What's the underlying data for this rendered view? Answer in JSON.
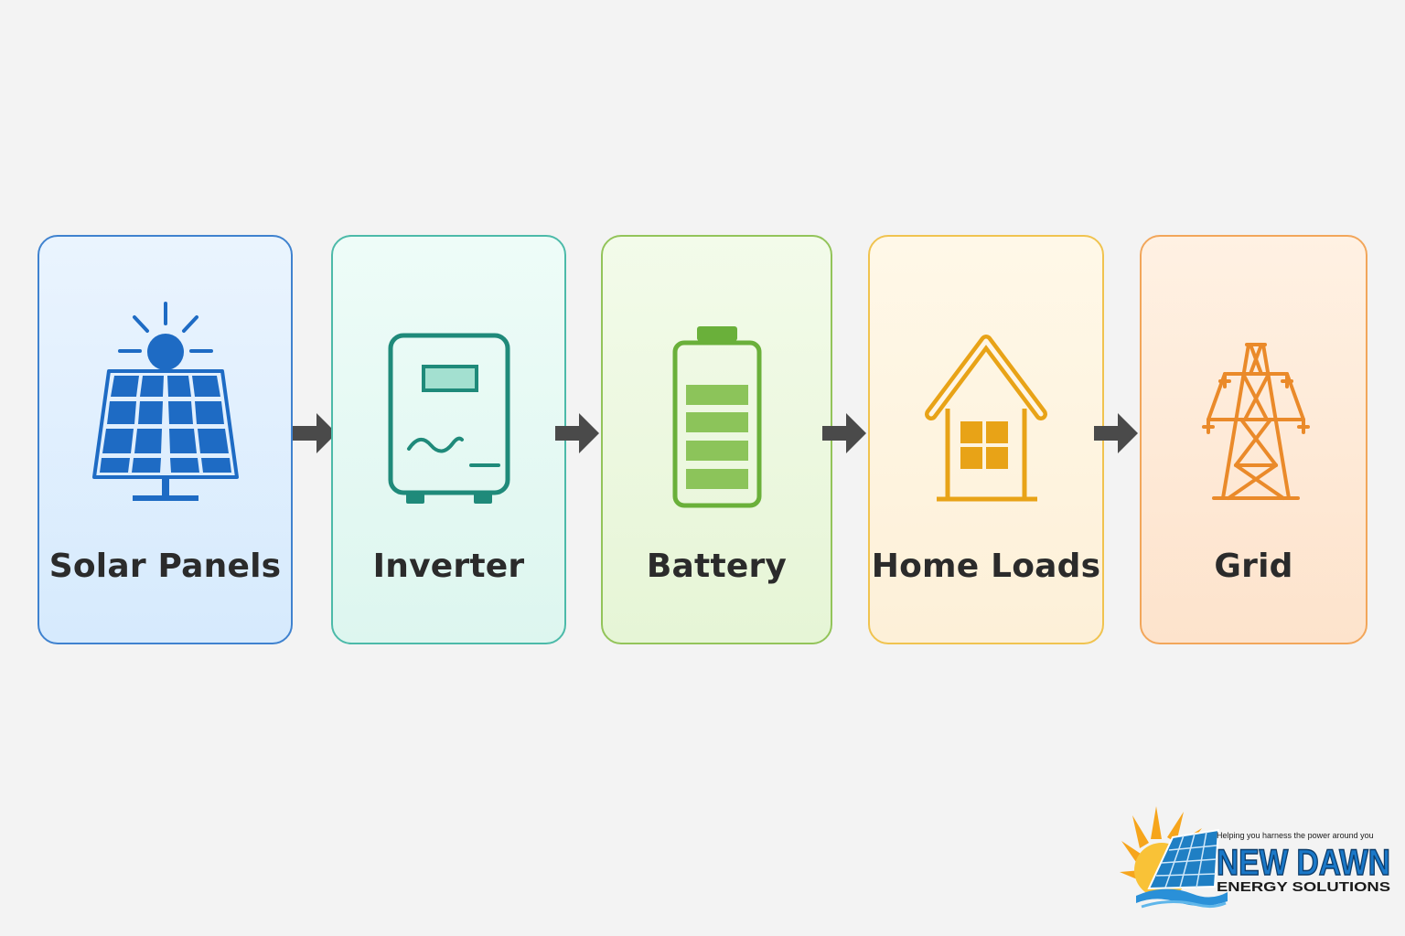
{
  "diagram": {
    "nodes": [
      {
        "id": "solar",
        "label": "Solar Panels",
        "icon": "solar-panel-icon",
        "color": "#1e6bc4"
      },
      {
        "id": "inverter",
        "label": "Inverter",
        "icon": "inverter-icon",
        "color": "#1f8a7a"
      },
      {
        "id": "battery",
        "label": "Battery",
        "icon": "battery-icon",
        "color": "#6ab03a"
      },
      {
        "id": "home",
        "label": "Home Loads",
        "icon": "house-icon",
        "color": "#e8a317"
      },
      {
        "id": "grid",
        "label": "Grid",
        "icon": "transmission-tower-icon",
        "color": "#ea8a2a"
      }
    ],
    "edges": [
      {
        "from": "solar",
        "to": "inverter"
      },
      {
        "from": "inverter",
        "to": "battery"
      },
      {
        "from": "battery",
        "to": "home"
      },
      {
        "from": "home",
        "to": "grid"
      }
    ],
    "arrow_color": "#4a4a4a"
  },
  "logo": {
    "tagline": "Helping you harness the power around you",
    "name": "NEW DAWN",
    "subname": "ENERGY SOLUTIONS"
  }
}
